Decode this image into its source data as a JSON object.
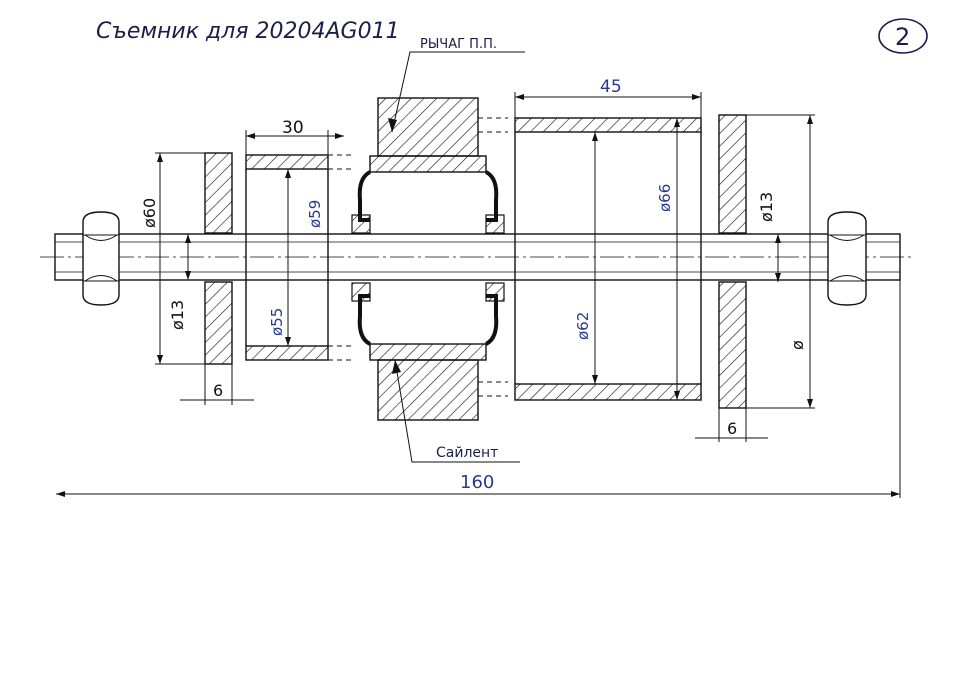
{
  "title": "Съемник для 20204AG011",
  "sheet_number": "2",
  "labels": {
    "lever": "РЫЧАГ П.П.",
    "silentblock": "Сайлент"
  },
  "dimensions": {
    "total_length": "160",
    "left_spacer_width": "30",
    "right_cup_width": "45",
    "left_washer_thickness": "6",
    "right_washer_thickness": "6",
    "left_washer_outer_d": "ø60",
    "left_washer_inner_d": "ø13",
    "left_spacer_outer_d": "ø59",
    "left_spacer_inner_d": "ø55",
    "right_cup_outer_d": "ø66",
    "right_cup_inner_d": "ø62",
    "right_washer_inner_d": "ø13",
    "right_washer_outer_d": "ø"
  },
  "colors": {
    "ink": "#111111",
    "handwriting": "#1a1f4a",
    "pen_blue": "#2a3a8a"
  }
}
